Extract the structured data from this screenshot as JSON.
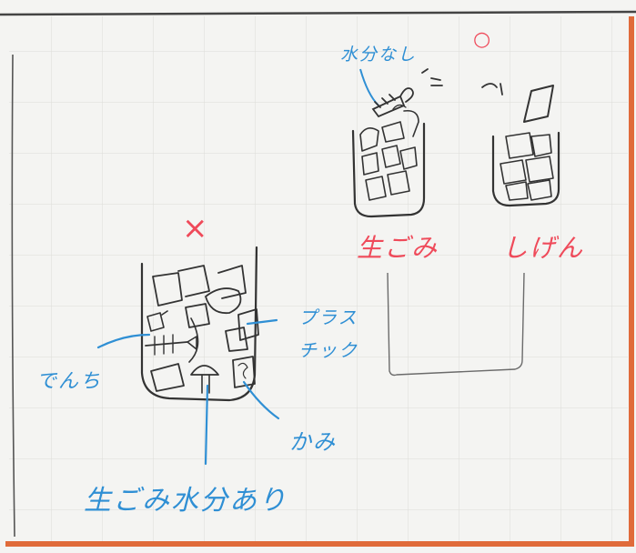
{
  "left_scene": {
    "mark": "×",
    "labels": {
      "battery": "でんち",
      "plastic_line1": "プラス",
      "plastic_line2": "チック",
      "paper": "かみ",
      "caption": "生ごみ水分あり"
    }
  },
  "right_scene": {
    "mark": "○",
    "drain_label": "水分なし",
    "bin_left_label": "生ごみ",
    "bin_right_label": "しげん"
  },
  "colors": {
    "blue_ink": "#2f8fd4",
    "red_ink": "#ef4a5a",
    "orange_border": "#e06b3a",
    "grid": "#dcdcd8",
    "pencil": "#3b3b3b"
  }
}
